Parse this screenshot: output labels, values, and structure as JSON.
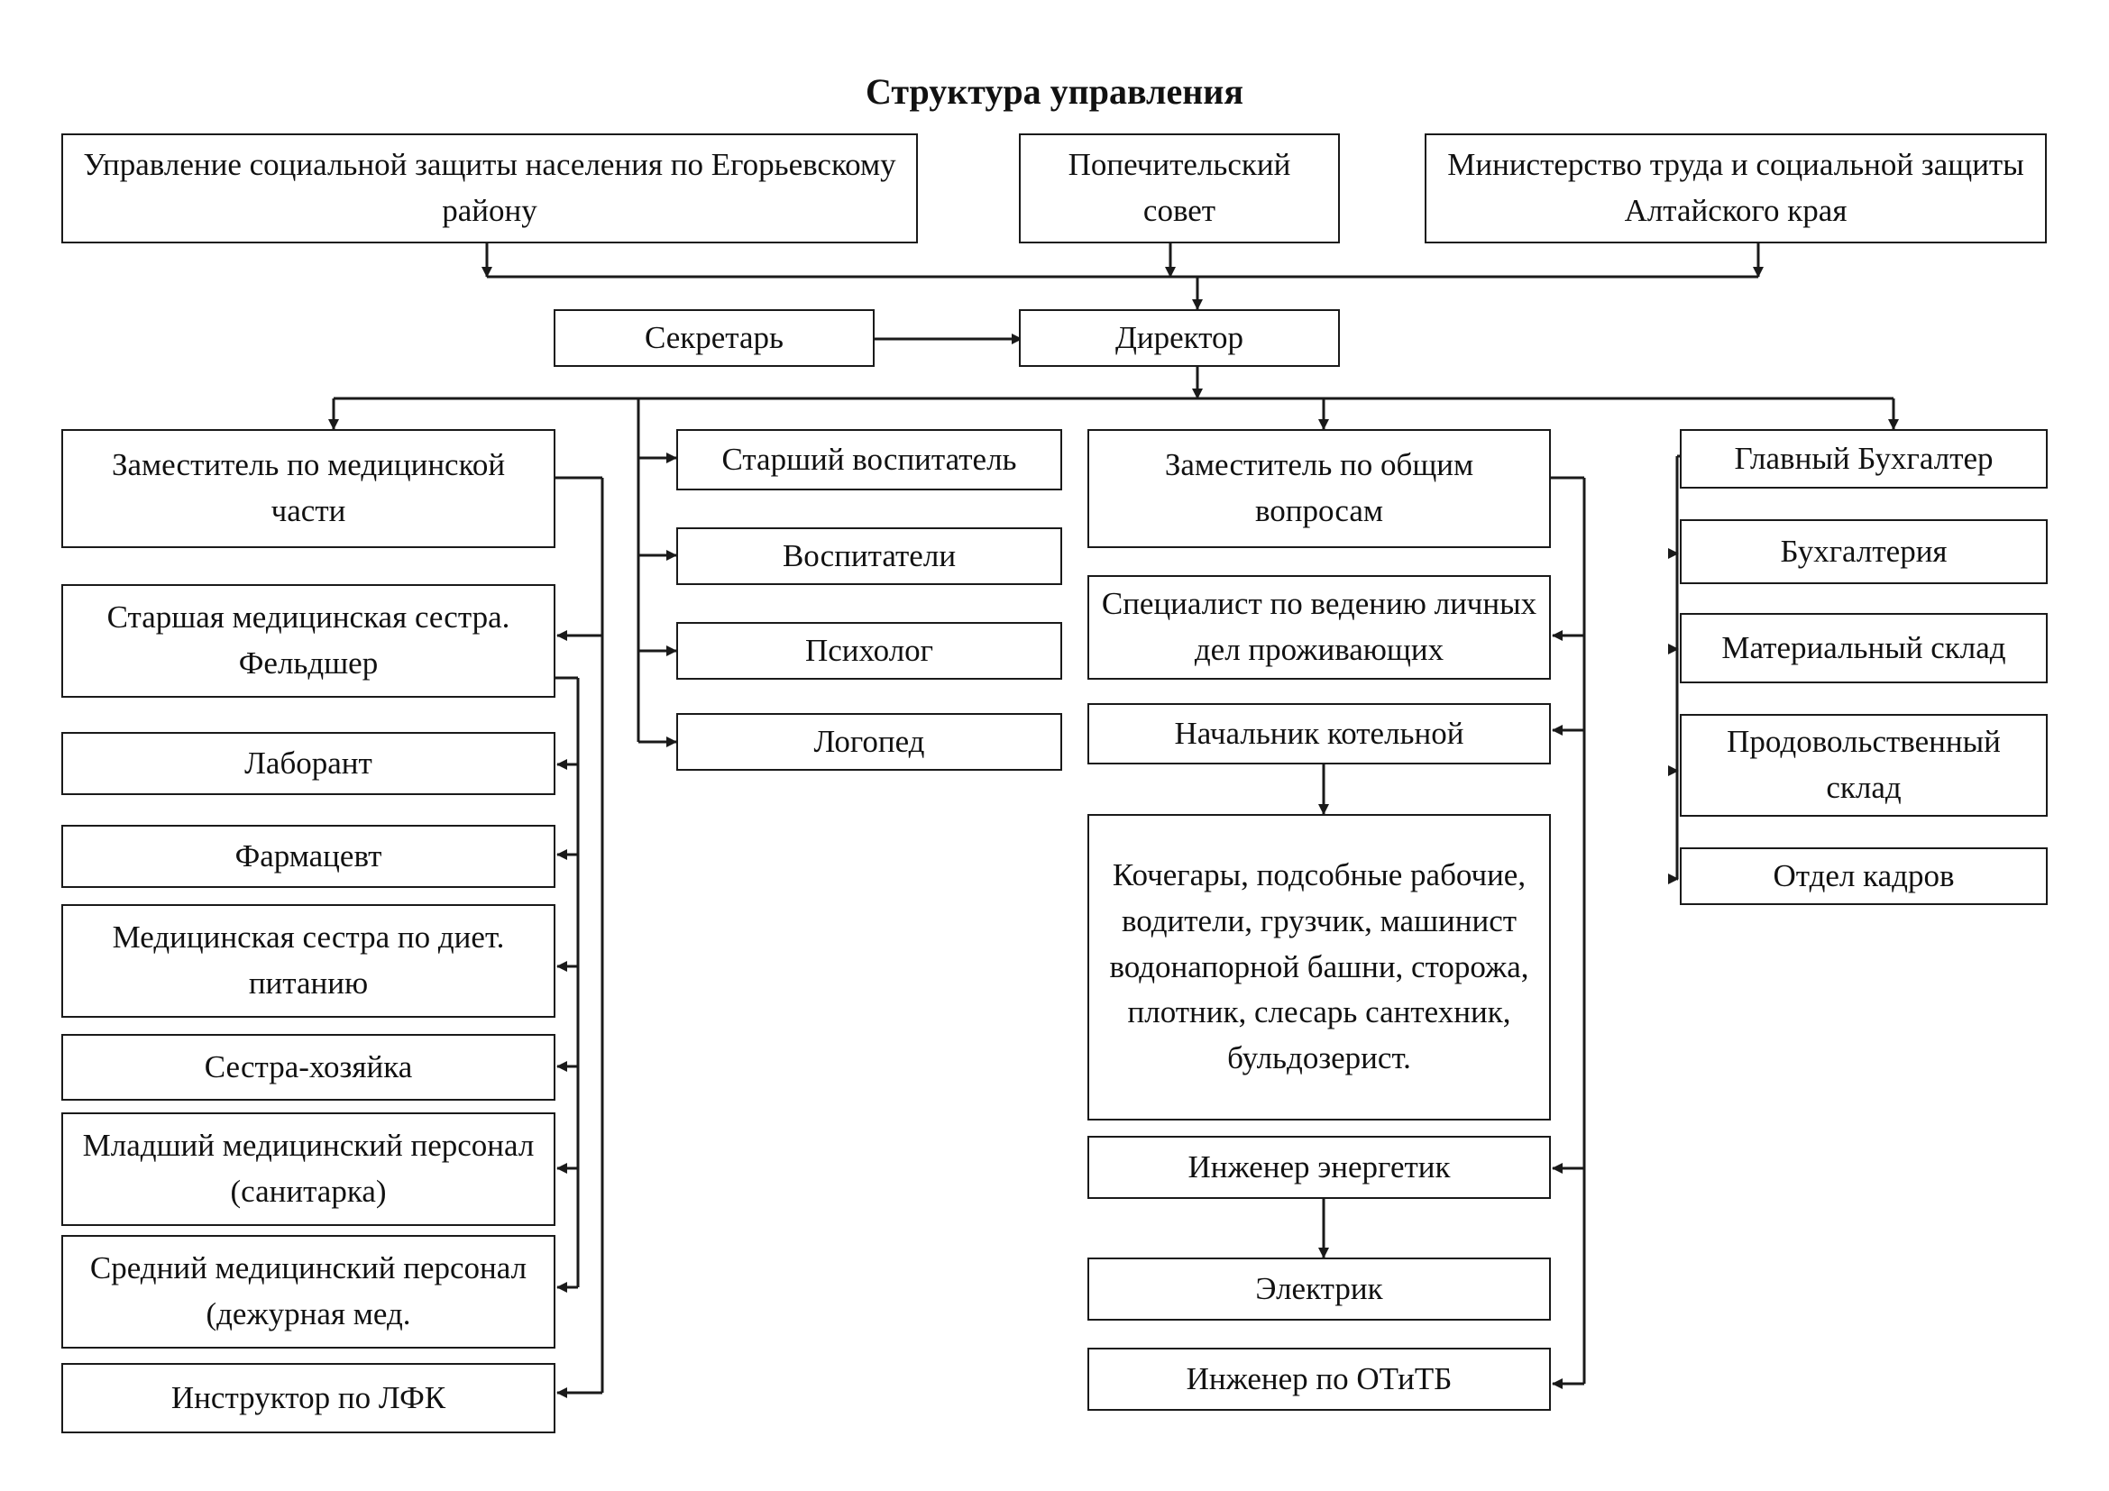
{
  "title": "Структура управления",
  "nodes": {
    "usznr": "Управление социальной защиты населения по Егорьевскому району",
    "board": "Попечительский совет",
    "ministry": "Министерство труда и социальной защиты Алтайского края",
    "secretary": "Секретарь",
    "director": "Директор",
    "dep_med": "Заместитель по медицинской части",
    "senior_nurse": "Старшая медицинская сестра. Фельдшер",
    "lab": "Лаборант",
    "pharm": "Фармацевт",
    "diet_nurse": "Медицинская сестра по диет. питанию",
    "housekeeper": "Сестра-хозяйка",
    "junior_med": "Младший медицинский персонал (санитарка)",
    "middle_med": "Средний медицинский персонал (дежурная мед.",
    "lfk": "Инструктор по ЛФК",
    "senior_educator": "Старший воспитатель",
    "educators": "Воспитатели",
    "psychologist": "Психолог",
    "speech": "Логопед",
    "dep_general": "Заместитель по общим вопросам",
    "records_specialist": "Специалист по ведению личных дел проживающих",
    "boiler_head": "Начальник котельной",
    "workers": "Кочегары, подсобные рабочие, водители, грузчик, машинист водонапорной башни, сторожа, плотник, слесарь сантехник, бульдозерист.",
    "power_engineer": "Инженер энергетик",
    "electrician": "Электрик",
    "safety_engineer": "Инженер по ОТиТБ",
    "chief_accountant": "Главный Бухгалтер",
    "accounting": "Бухгалтерия",
    "material_store": "Материальный склад",
    "food_store": "Продовольственный склад",
    "hr": "Отдел кадров"
  }
}
